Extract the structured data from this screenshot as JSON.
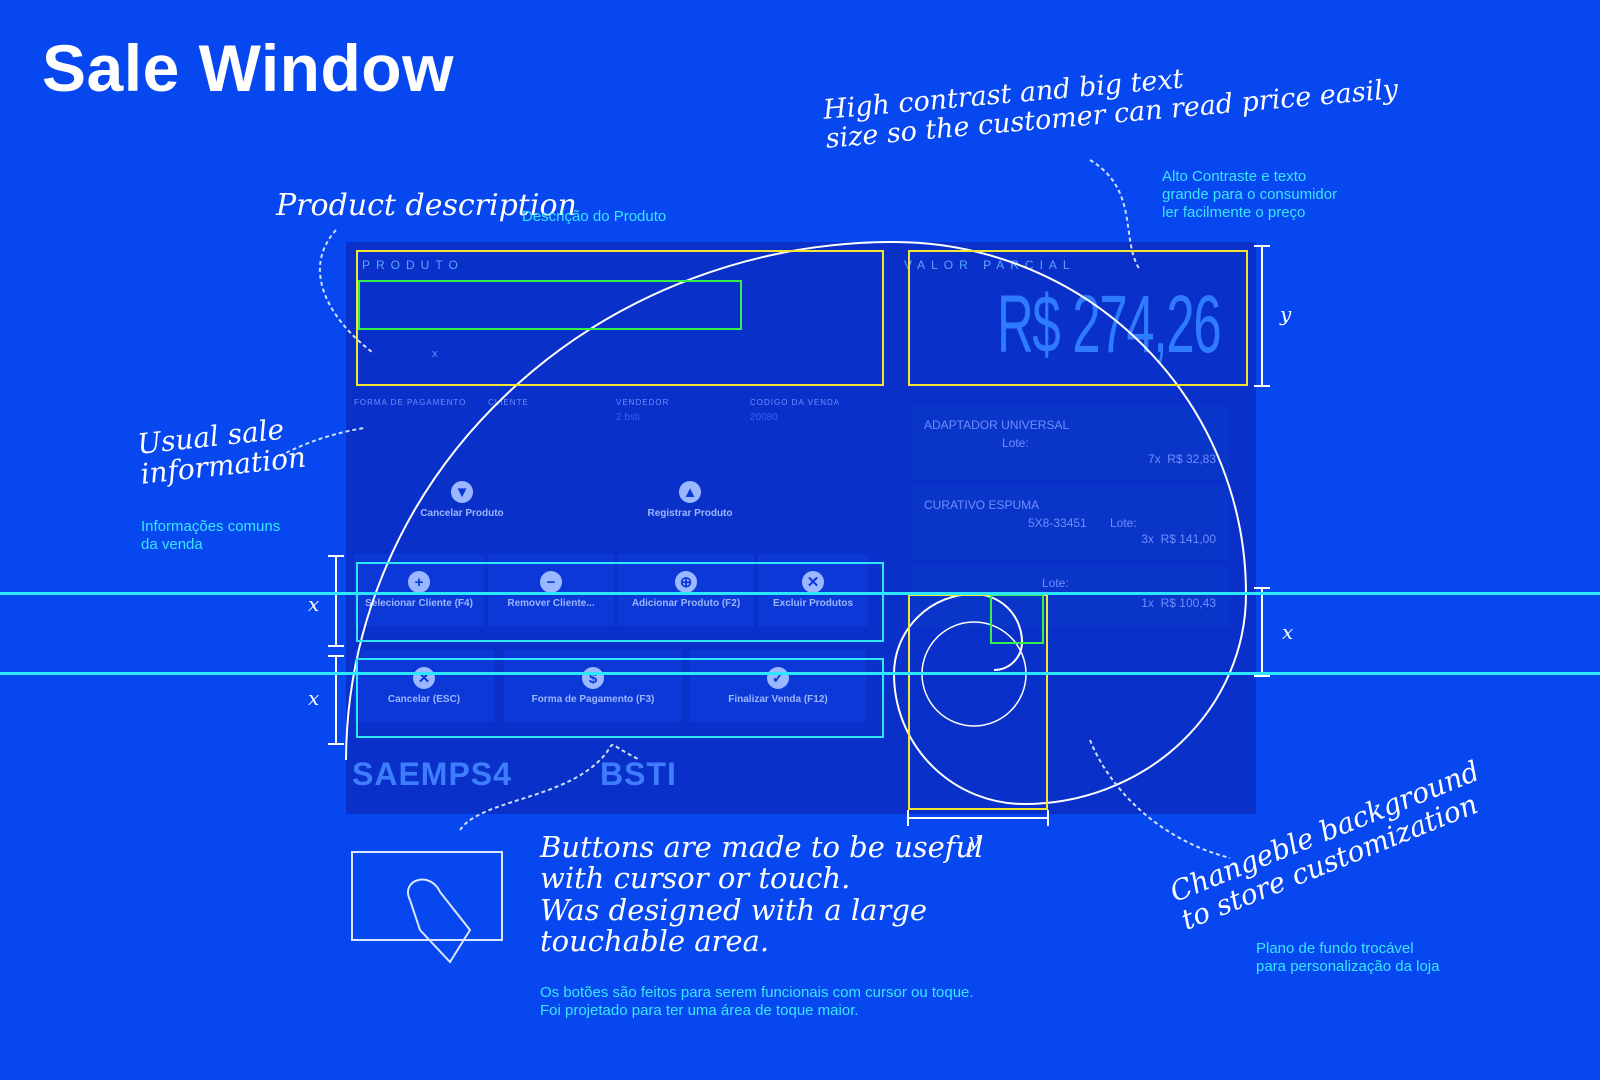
{
  "page": {
    "title": "Sale Window"
  },
  "annotations": {
    "product_description": "Product description",
    "product_description_pt": "Descrição do Produto",
    "high_contrast_line1": "High contrast and big text",
    "high_contrast_line2": "size so the customer can read price easily",
    "high_contrast_pt_line1": "Alto Contraste e texto",
    "high_contrast_pt_line2": "grande para o consumidor",
    "high_contrast_pt_line3": "ler facilmente o preço",
    "usual_sale_line1": "Usual sale",
    "usual_sale_line2": "information",
    "usual_sale_pt_line1": "Informações comuns",
    "usual_sale_pt_line2": "da venda",
    "buttons_line1": "Buttons are made to be useful",
    "buttons_line2": "with cursor or touch.",
    "buttons_line3": "Was designed with a large",
    "buttons_line4": "touchable area.",
    "buttons_pt_line1": "Os botões são feitos para serem funcionais com cursor ou toque.",
    "buttons_pt_line2": "Foi projetado para ter uma área de toque maior.",
    "background_line1": "Changeble background",
    "background_line2": "to store customization",
    "background_pt_line1": "Plano de fundo trocável",
    "background_pt_line2": "para personalização da loja"
  },
  "measures": {
    "x": "x",
    "y": "y"
  },
  "window": {
    "produto_label": "PRODUTO",
    "produto_x": "x",
    "valor_label": "VALOR PARCIAL",
    "valor": "R$ 274,26",
    "info": {
      "forma_pagamento": "FORMA DE PAGAMENTO",
      "cliente": "CLIENTE",
      "vendedor": "VENDEDOR",
      "vendedor_value": "2 bsti",
      "codigo": "CODIGO DA VENDA",
      "codigo_value": "20080"
    },
    "top_buttons": [
      {
        "label": "Cancelar Produto",
        "icon": "thumbs-down-icon"
      },
      {
        "label": "Registrar Produto",
        "icon": "thumbs-up-icon"
      }
    ],
    "action_buttons": [
      {
        "label": "Selecionar Cliente (F4)",
        "icon": "user-add-icon"
      },
      {
        "label": "Remover Cliente...",
        "icon": "user-remove-icon"
      },
      {
        "label": "Adicionar Produto (F2)",
        "icon": "cart-icon"
      },
      {
        "label": "Excluir Produtos",
        "icon": "delete-icon"
      }
    ],
    "final_buttons": [
      {
        "label": "Cancelar (ESC)",
        "icon": "cancel-icon"
      },
      {
        "label": "Forma de Pagamento (F3)",
        "icon": "wallet-icon"
      },
      {
        "label": "Finalizar Venda (F12)",
        "icon": "check-icon"
      }
    ],
    "items": [
      {
        "name": "ADAPTADOR UNIVERSAL",
        "lote": "Lote:",
        "qty": "7x",
        "price": "R$ 32,83"
      },
      {
        "name": "CURATIVO ESPUMA",
        "code": "5X8-33451",
        "lote": "Lote:",
        "qty": "3x",
        "price": "R$ 141,00"
      },
      {
        "name": "",
        "lote": "Lote:",
        "qty": "1x",
        "price": "R$ 100,43"
      }
    ],
    "logo_left": "SAEMPS4",
    "logo_right": "BSTI"
  }
}
